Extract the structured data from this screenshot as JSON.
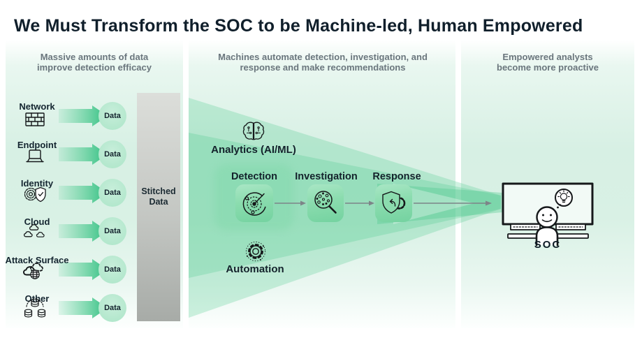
{
  "title": "We Must Transform the SOC to be Machine-led, Human Empowered",
  "left_panel": {
    "header_line1": "Massive amounts of data",
    "header_line2": "improve detection efficacy",
    "data_badge": "Data",
    "stitched_line1": "Stitched",
    "stitched_line2": "Data",
    "sources": [
      {
        "label": "Network",
        "icon": "firewall-icon"
      },
      {
        "label": "Endpoint",
        "icon": "laptop-icon"
      },
      {
        "label": "Identity",
        "icon": "identity-shield-icon"
      },
      {
        "label": "Cloud",
        "icon": "clouds-icon"
      },
      {
        "label": "Attack Surface",
        "icon": "attack-surface-icon"
      },
      {
        "label": "Other",
        "icon": "database-icon"
      }
    ]
  },
  "middle_panel": {
    "header_line1": "Machines automate detection, investigation, and",
    "header_line2": "response and make recommendations",
    "analytics_label": "Analytics (AI/ML)",
    "automation_label": "Automation",
    "steps": [
      {
        "label": "Detection",
        "icon": "radar-icon"
      },
      {
        "label": "Investigation",
        "icon": "magnifier-molecules-icon"
      },
      {
        "label": "Response",
        "icon": "shield-gear-arrow-icon"
      }
    ]
  },
  "right_panel": {
    "header_line1": "Empowered analysts",
    "header_line2": "become more proactive",
    "soc_label": "SOC"
  },
  "colors": {
    "accent_green": "#2fbf81",
    "panel_green": "#d7f0e4",
    "beam_green": "#49c789",
    "box_green": "#8adcae",
    "stitched_gray": "#b5b9b5",
    "header_gray": "#6a767d",
    "title_dark": "#101f2b",
    "arrow_gray": "#7d8488"
  }
}
